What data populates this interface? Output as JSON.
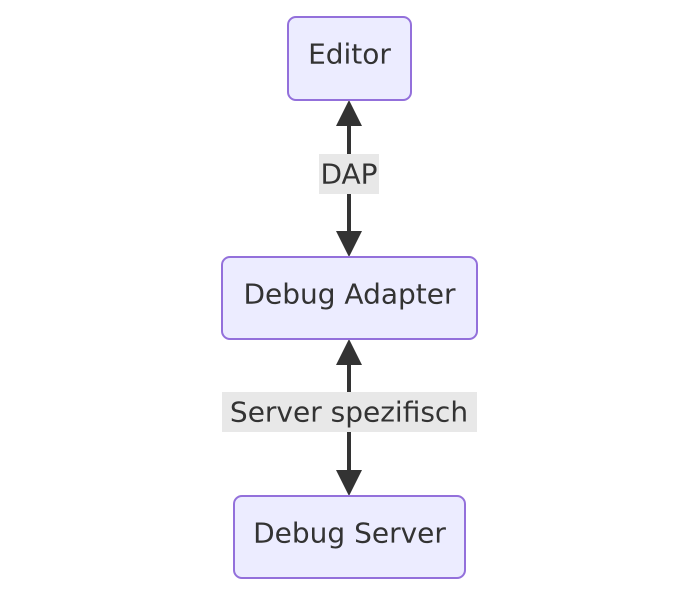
{
  "colors": {
    "node_fill": "#ECECFF",
    "node_stroke": "#9370DB",
    "edge": "#333333",
    "edge_label_bg": "#E8E8E8",
    "text": "#333333"
  },
  "nodes": {
    "editor": "Editor",
    "adapter": "Debug Adapter",
    "server": "Debug Server"
  },
  "edges": {
    "editor_adapter": "DAP",
    "adapter_server": "Server spezifisch"
  }
}
